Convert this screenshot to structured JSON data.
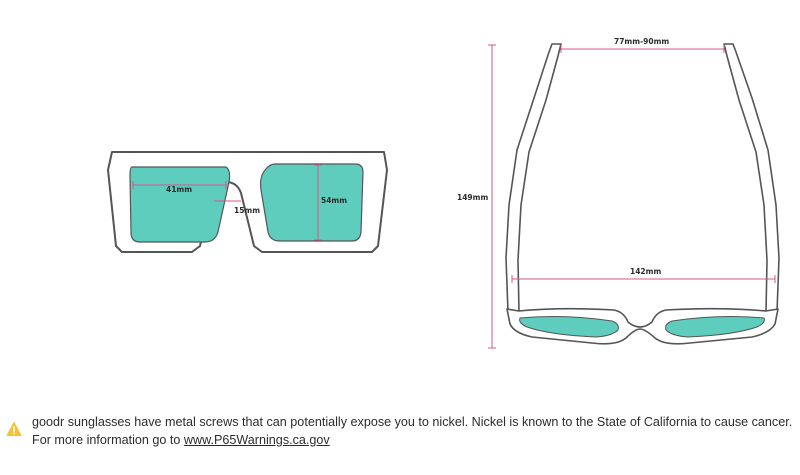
{
  "front_view": {
    "lens_width_label": "41mm",
    "bridge_width_label": "15mm",
    "lens_height_label": "54mm"
  },
  "top_view": {
    "temple_length_label": "149mm",
    "hinge_span_label": "77mm-90mm",
    "frame_width_label": "142mm"
  },
  "colors": {
    "lens_fill": "#5fcdbd",
    "frame_stroke": "#555555",
    "dimension_line": "#d9548a",
    "warning_icon": "#f2c23a"
  },
  "warning": {
    "icon": "warning-triangle-icon",
    "text": "goodr sunglasses have metal screws that can potentially expose you to nickel. Nickel is known to the State of California to cause cancer. For more information go to ",
    "link_text": "www.P65Warnings.ca.gov"
  }
}
